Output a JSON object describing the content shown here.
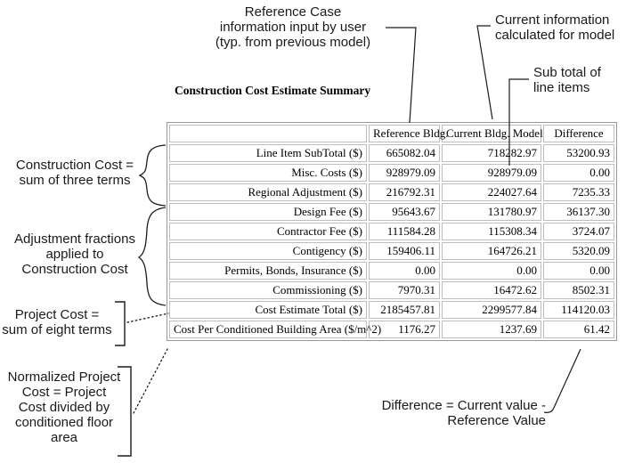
{
  "title": "Construction Cost Estimate Summary",
  "colors": {
    "background": "#ffffff",
    "text": "#000000",
    "table_cell_border": "#bdbdbd",
    "table_outer_border": "#989898",
    "annotation_line": "#1a1a1a"
  },
  "table": {
    "columns": {
      "label": "",
      "reference": "Reference Bldg.",
      "current": "Current Bldg. Model",
      "difference": "Difference"
    },
    "rows": [
      {
        "label": "Line Item SubTotal ($)",
        "reference": "665082.04",
        "current": "718282.97",
        "difference": "53200.93"
      },
      {
        "label": "Misc. Costs ($)",
        "reference": "928979.09",
        "current": "928979.09",
        "difference": "0.00"
      },
      {
        "label": "Regional Adjustment ($)",
        "reference": "216792.31",
        "current": "224027.64",
        "difference": "7235.33"
      },
      {
        "label": "Design Fee ($)",
        "reference": "95643.67",
        "current": "131780.97",
        "difference": "36137.30"
      },
      {
        "label": "Contractor Fee ($)",
        "reference": "111584.28",
        "current": "115308.34",
        "difference": "3724.07"
      },
      {
        "label": "Contigency ($)",
        "reference": "159406.11",
        "current": "164726.21",
        "difference": "5320.09"
      },
      {
        "label": "Permits, Bonds, Insurance ($)",
        "reference": "0.00",
        "current": "0.00",
        "difference": "0.00"
      },
      {
        "label": "Commissioning ($)",
        "reference": "7970.31",
        "current": "16472.62",
        "difference": "8502.31"
      },
      {
        "label": "Cost Estimate Total ($)",
        "reference": "2185457.81",
        "current": "2299577.84",
        "difference": "114120.03"
      },
      {
        "label": "Cost Per Conditioned Building Area ($/m^2)",
        "reference": "1176.27",
        "current": "1237.69",
        "difference": "61.42"
      }
    ]
  },
  "notes": {
    "reference_case": {
      "lines": [
        "Reference Case",
        "information input by user",
        "(typ. from previous model)"
      ]
    },
    "current_info": {
      "lines": [
        "Current information",
        "calculated for model"
      ]
    },
    "subtotal": {
      "lines": [
        "Sub total of",
        "line items"
      ]
    },
    "construction_cost": {
      "lines": [
        "Construction Cost =",
        "sum of three terms"
      ]
    },
    "adjustment": {
      "lines": [
        "Adjustment fractions",
        "applied to",
        "Construction Cost"
      ]
    },
    "project_cost": {
      "lines": [
        "Project Cost =",
        "sum of eight terms"
      ]
    },
    "normalized": {
      "lines": [
        "Normalized Project",
        "Cost = Project",
        "Cost divided by",
        "conditioned floor",
        "area"
      ]
    },
    "difference": {
      "lines": [
        "Difference = Current value -",
        "Reference Value"
      ]
    }
  }
}
